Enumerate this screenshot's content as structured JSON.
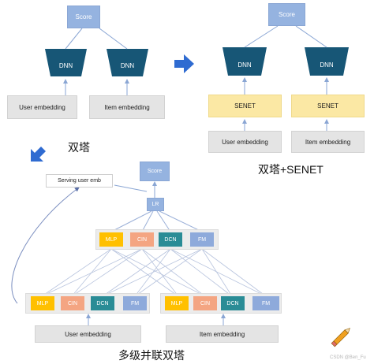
{
  "colors": {
    "score": "#95b3e0",
    "dnn": "#175676",
    "embedding": "#e4e4e4",
    "senet": "#fbe8a4",
    "mlp": "#ffc000",
    "cin": "#f4a582",
    "dcn": "#2a8c96",
    "fm": "#8eaadb",
    "arrow": "#2f6bd1"
  },
  "top_left": {
    "score": "Score",
    "dnn_left": "DNN",
    "dnn_right": "DNN",
    "user_embedding": "User embedding",
    "item_embedding": "Item embedding",
    "caption": "双塔"
  },
  "top_right": {
    "score": "Score",
    "dnn_left": "DNN",
    "dnn_right": "DNN",
    "senet_left": "SENET",
    "senet_right": "SENET",
    "user_embedding": "User embedding",
    "item_embedding": "Item embedding",
    "caption": "双塔+SENET"
  },
  "bottom": {
    "score": "Score",
    "serving": "Serving user emb",
    "lr": "LR",
    "middle_modules": [
      "MLP",
      "CIN",
      "DCN",
      "FM"
    ],
    "user_modules": [
      "MLP",
      "CIN",
      "DCN",
      "FM"
    ],
    "item_modules": [
      "MLP",
      "CIN",
      "DCN",
      "FM"
    ],
    "user_embedding": "User embedding",
    "item_embedding": "Item embedding",
    "caption": "多级并联双塔"
  },
  "watermark": "CSDN @Ben_Fu",
  "icons": [
    "right-arrow-icon",
    "down-right-arrow-icon",
    "pencil-icon"
  ]
}
